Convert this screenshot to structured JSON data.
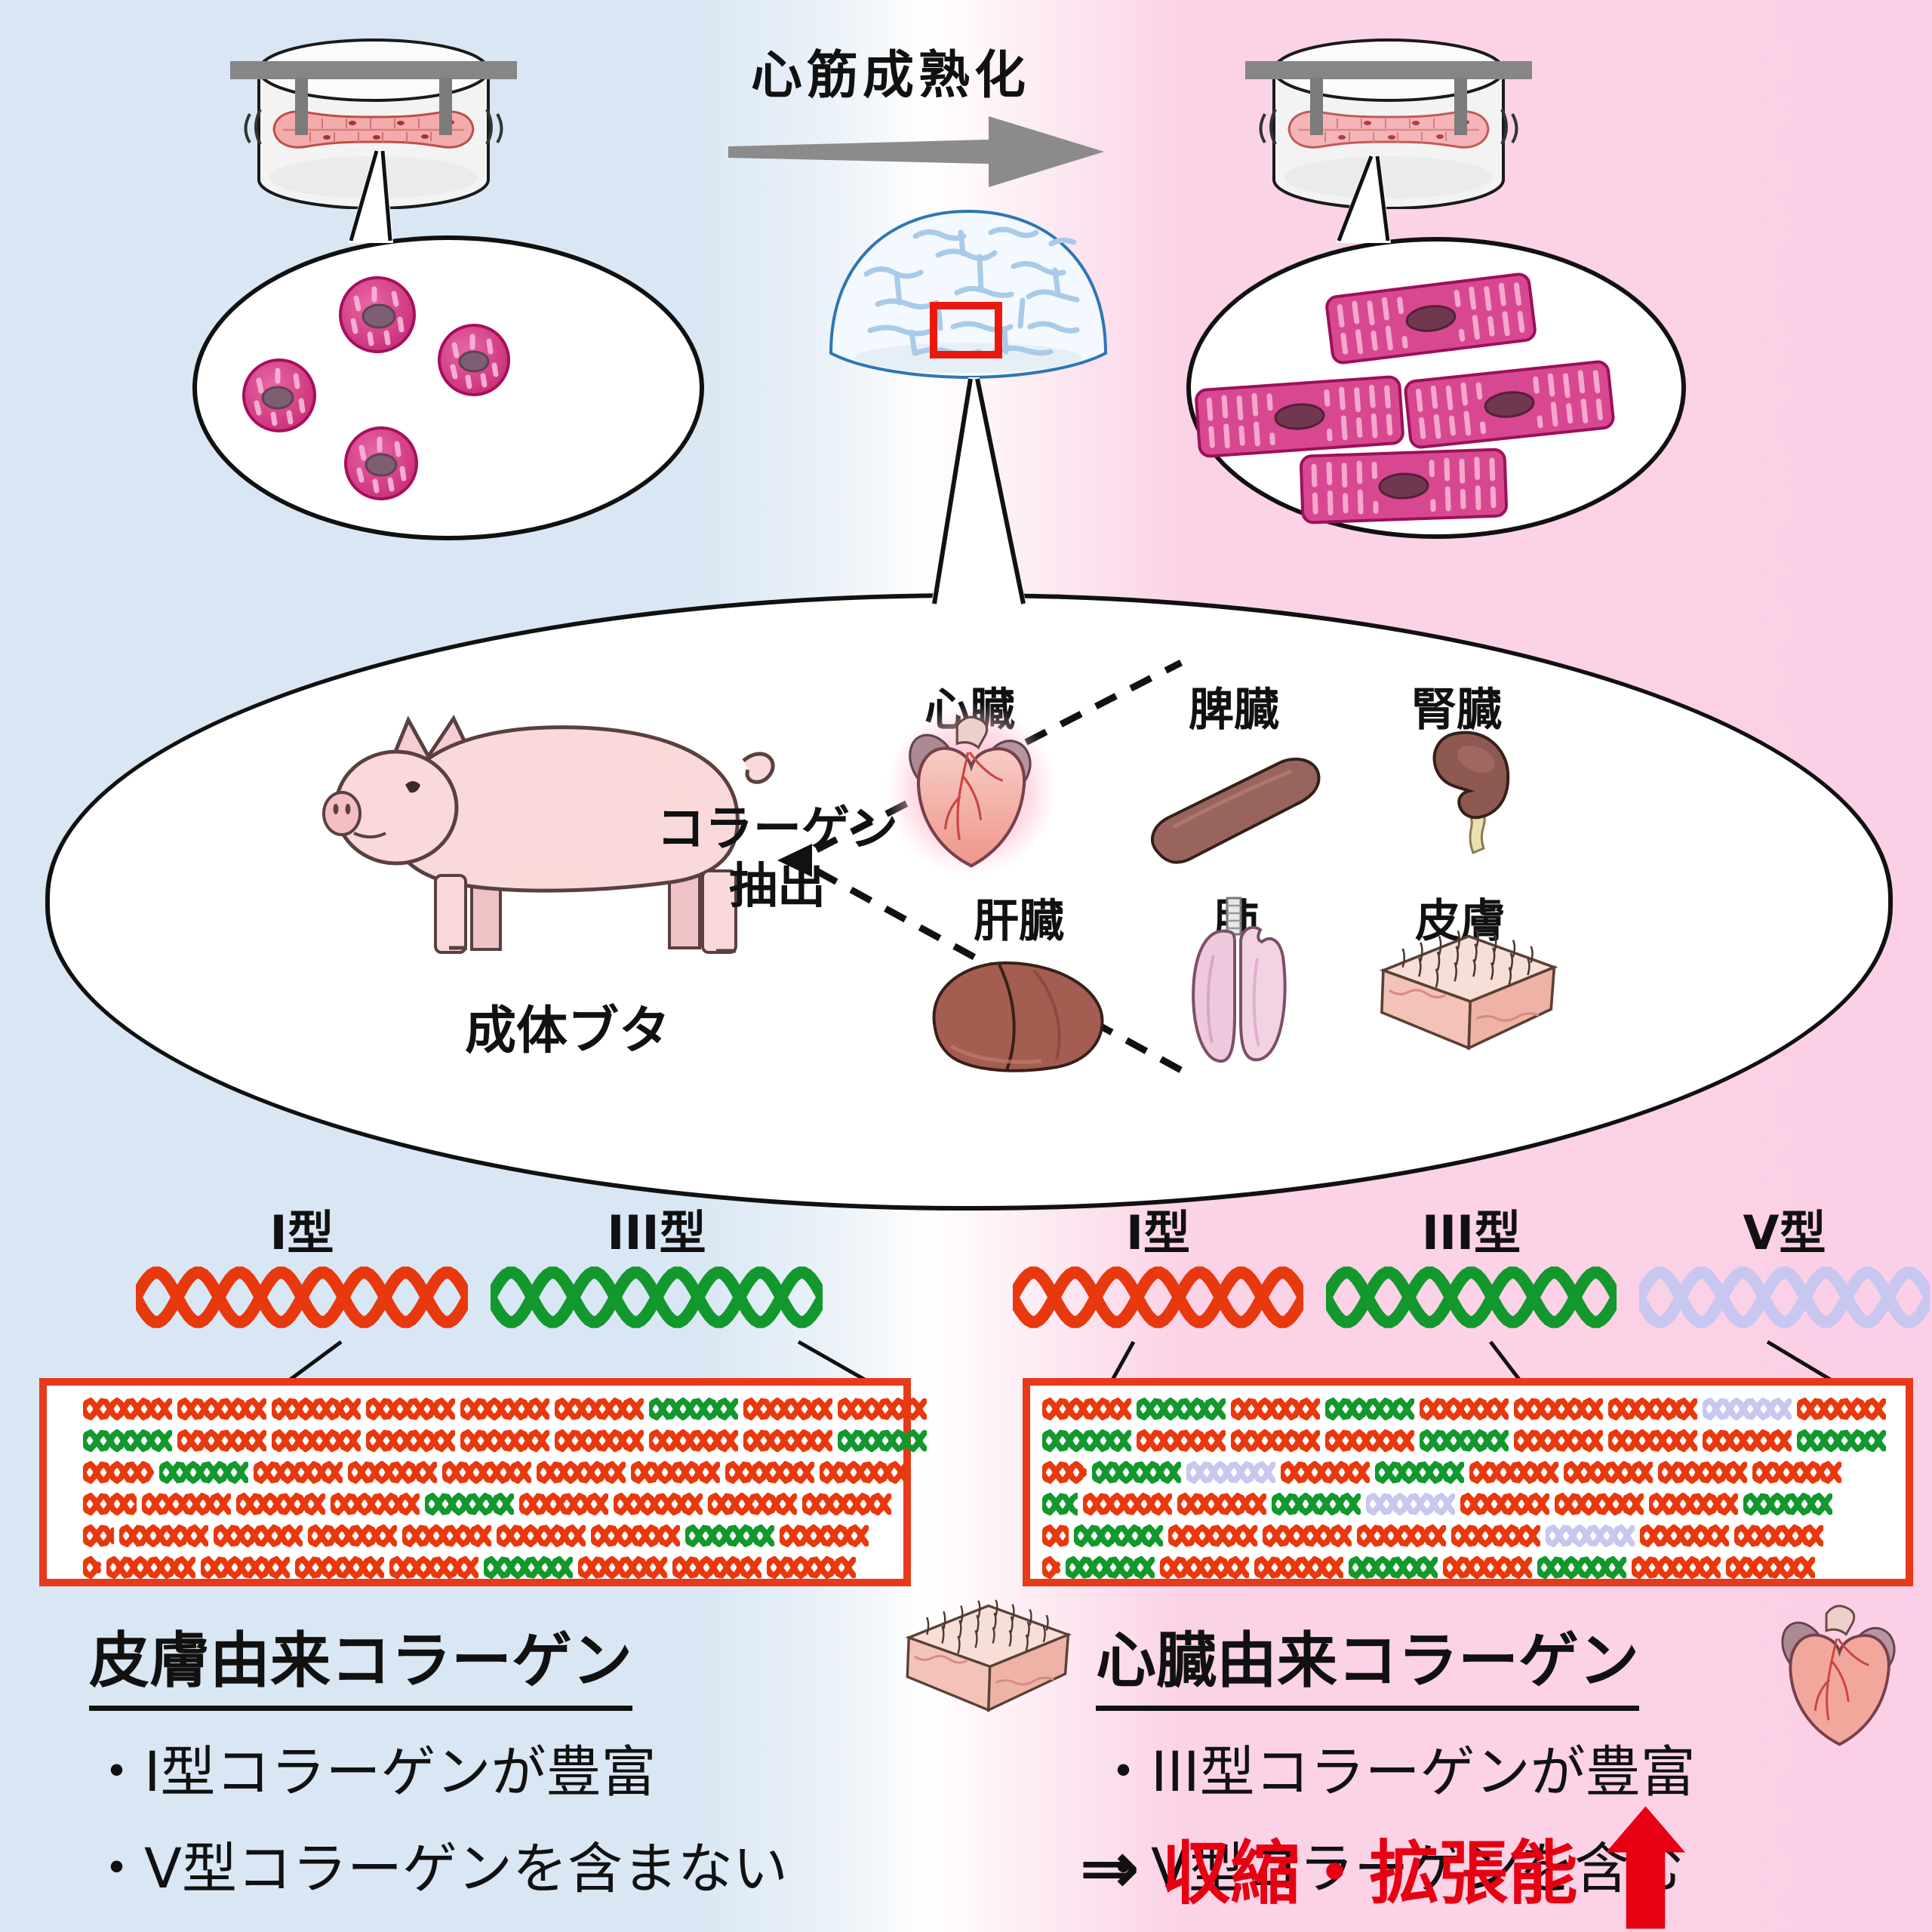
{
  "header": {
    "maturation_label": "心筋成熟化"
  },
  "source": {
    "pig_label": "成体ブタ",
    "extraction_line1": "コラーゲン",
    "extraction_line2": "抽出",
    "organs": [
      {
        "name": "心臓"
      },
      {
        "name": "脾臓"
      },
      {
        "name": "腎臓"
      },
      {
        "name": "肝臓"
      },
      {
        "name": "肺"
      },
      {
        "name": "皮膚"
      }
    ]
  },
  "collagen": {
    "left_types": [
      {
        "id": "I",
        "label": "I型"
      },
      {
        "id": "III",
        "label": "III型"
      }
    ],
    "right_types": [
      {
        "id": "I",
        "label": "I型"
      },
      {
        "id": "III",
        "label": "III型"
      },
      {
        "id": "V",
        "label": "V型"
      }
    ],
    "left_box_rows": [
      [
        "I",
        "I",
        "I",
        "I",
        "I",
        "I",
        "III",
        "I",
        "I"
      ],
      [
        "III",
        "I",
        "I",
        "I",
        "I",
        "I",
        "I",
        "I",
        "III"
      ],
      [
        "I:0.8",
        "III",
        "I",
        "I",
        "I",
        "I",
        "I",
        "I",
        "I"
      ],
      [
        "I:0.6",
        "I",
        "I",
        "I",
        "III",
        "I",
        "I",
        "I",
        "I"
      ],
      [
        "I:0.35",
        "I",
        "I",
        "I",
        "I",
        "I",
        "I",
        "III",
        "I"
      ],
      [
        "I:0.2",
        "I",
        "I",
        "I",
        "I",
        "III",
        "I",
        "I",
        "I"
      ]
    ],
    "right_box_rows": [
      [
        "I",
        "III",
        "I",
        "III",
        "I",
        "I",
        "I",
        "V",
        "I"
      ],
      [
        "III",
        "I",
        "I",
        "I",
        "III",
        "I",
        "I",
        "I",
        "III"
      ],
      [
        "I:0.5",
        "III",
        "V",
        "I",
        "III",
        "I",
        "I",
        "I",
        "I"
      ],
      [
        "III:0.4",
        "I",
        "I",
        "III",
        "V",
        "I",
        "I",
        "I",
        "III"
      ],
      [
        "I:0.3",
        "III",
        "I",
        "I",
        "I",
        "I",
        "V",
        "I",
        "I"
      ],
      [
        "I:0.2",
        "III",
        "I",
        "I",
        "III",
        "I",
        "III",
        "I",
        "I"
      ]
    ]
  },
  "skin_summary": {
    "heading": "皮膚由来コラーゲン",
    "bullets": [
      "・I型コラーゲンが豊富",
      "・V型コラーゲンを含まない"
    ]
  },
  "heart_summary": {
    "heading": "心臓由来コラーゲン",
    "bullets": [
      "・III型コラーゲンが豊富",
      "・V型コラーゲンを含む"
    ],
    "conclusion_prefix": "⇒",
    "conclusion_text": "収縮・拡張能"
  },
  "colors": {
    "bg_left": "#d9e7f4",
    "bg_right": "#fbd0e6",
    "type_I": "#e8380d",
    "type_III": "#12982d",
    "type_V": "#c7c7f0",
    "box_border": "#e8391b",
    "accent_red": "#e60012",
    "arrow_gray": "#8b8b8b"
  }
}
